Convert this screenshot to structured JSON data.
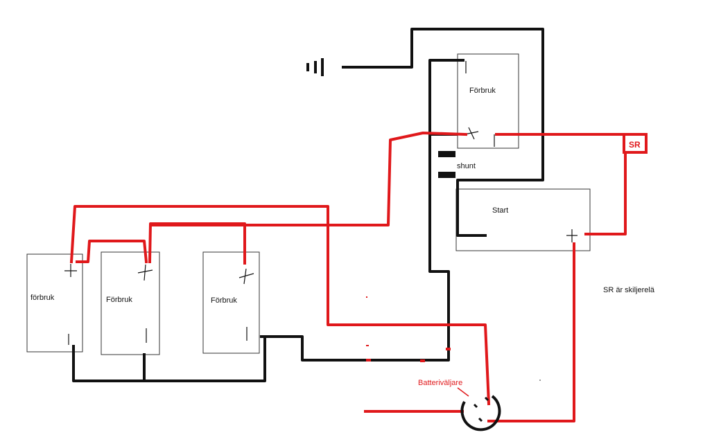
{
  "colors": {
    "negative_wire": "#111111",
    "positive_wire": "#e0181b",
    "box_outline": "#333333"
  },
  "batteries": [
    {
      "label": "förbruk"
    },
    {
      "label": "Förbruk"
    },
    {
      "label": "Förbruk"
    },
    {
      "label": "Förbruk"
    },
    {
      "label": "Start"
    }
  ],
  "labels": {
    "shunt": "shunt",
    "sr": "SR",
    "sr_note": "SR är skiljerelä",
    "selector": "Batteriväljare"
  },
  "icons": {
    "ground": "ground-icon",
    "selector": "battery-selector-switch-icon"
  }
}
